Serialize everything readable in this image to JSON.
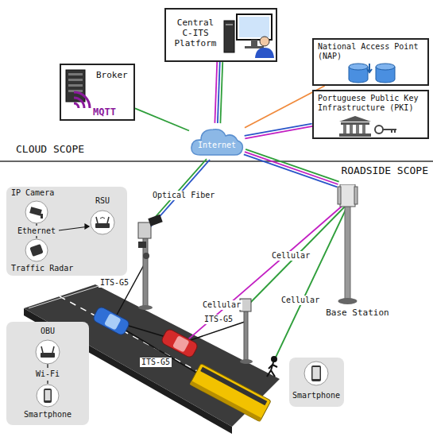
{
  "diagram": {
    "nodes": [
      {
        "text": [
          "Central C-ITS Platform"
        ]
      },
      {
        "text": [
          "Broker",
          "MQTT"
        ]
      },
      {
        "text": [
          "National Access Point (NAP)"
        ]
      },
      {
        "text": [
          "Portuguese Public Key Infrastructure (PKI)"
        ]
      },
      {
        "text": [
          "Internet"
        ]
      },
      {
        "text": [
          "Ethernet"
        ]
      },
      {
        "text": [
          "IP Camera"
        ],
        "in": 5
      },
      {
        "text": [
          "RSU"
        ],
        "in": 5
      },
      {
        "text": [
          "Traffic Radar"
        ],
        "in": 5
      },
      {
        "text": [
          "Wi-Fi"
        ]
      },
      {
        "text": [
          "OBU"
        ],
        "in": 9
      },
      {
        "text": [
          "Smartphone"
        ],
        "in": 9
      },
      {
        "text": [
          "Smartphone"
        ]
      },
      {
        "text": [
          "Base Station"
        ]
      }
    ],
    "edges": [
      {
        "from": 1,
        "to": 4,
        "arrow": "none"
      },
      {
        "from": 0,
        "to": 4,
        "arrow": "none"
      },
      {
        "from": 2,
        "to": 4,
        "arrow": "none"
      },
      {
        "from": 3,
        "to": 4,
        "arrow": "none"
      },
      {
        "from": 4,
        "to": 13,
        "arrow": "none"
      }
    ],
    "labels": [
      "CLOUD SCOPE",
      "ROADSIDE SCOPE",
      "Optical Fiber",
      "ITS-G5",
      "Cellular",
      "Cellular",
      "ITS-G5",
      "Cellular",
      "ITS-G5"
    ]
  }
}
